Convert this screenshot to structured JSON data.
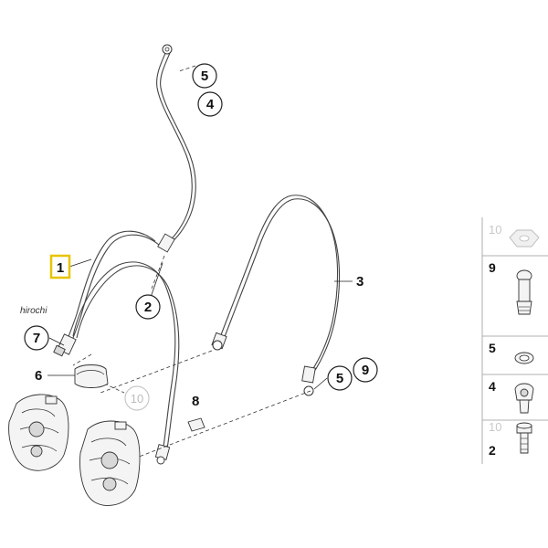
{
  "callouts": {
    "c5_top": "5",
    "c4_top": "4",
    "c1": "1",
    "c2": "2",
    "c3": "3",
    "c7": "7",
    "c6": "6",
    "c10": "10",
    "c8": "8",
    "c5_right": "5",
    "c9_right": "9"
  },
  "watermark": "hirochi",
  "side_panel": {
    "items": [
      {
        "num": "10",
        "ghost": true
      },
      {
        "num": "9",
        "ghost": false
      },
      {
        "num": "5",
        "ghost": false
      },
      {
        "num": "4",
        "ghost": false
      },
      {
        "num": "10",
        "ghost": true
      },
      {
        "num": "2",
        "ghost": false
      }
    ]
  },
  "colors": {
    "highlight": "#e8c400",
    "line": "#333333",
    "ghost": "#c8c8c8"
  }
}
